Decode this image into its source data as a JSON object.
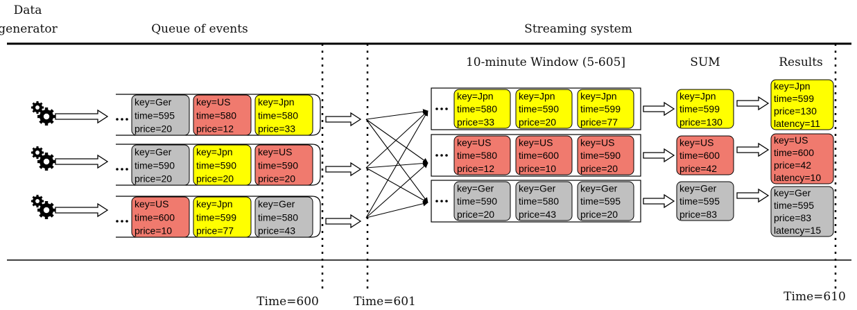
{
  "labels": {
    "data_generator_line1": "Data",
    "data_generator_line2": "generator",
    "queue": "Queue of events",
    "streaming": "Streaming system",
    "window": "10-minute Window (5-605]",
    "sum": "SUM",
    "results": "Results",
    "time_600": "Time=600",
    "time_601": "Time=601",
    "time_610": "Time=610"
  },
  "colors": {
    "Ger": "#c0c0c0",
    "US": "#f07a6e",
    "Jpn": "#ffff00"
  },
  "queues": [
    {
      "events": [
        {
          "key": "Ger",
          "lines": [
            "key=Ger",
            "time=595",
            "price=20"
          ]
        },
        {
          "key": "US",
          "lines": [
            "key=US",
            "time=580",
            "price=12"
          ]
        },
        {
          "key": "Jpn",
          "lines": [
            "key=Jpn",
            "time=580",
            "price=33"
          ]
        }
      ]
    },
    {
      "events": [
        {
          "key": "Ger",
          "lines": [
            "key=Ger",
            "time=590",
            "price=20"
          ]
        },
        {
          "key": "Jpn",
          "lines": [
            "key=Jpn",
            "time=590",
            "price=20"
          ]
        },
        {
          "key": "US",
          "lines": [
            "key=US",
            "time=590",
            "price=20"
          ]
        }
      ]
    },
    {
      "events": [
        {
          "key": "US",
          "lines": [
            "key=US",
            "time=600",
            "price=10"
          ]
        },
        {
          "key": "Jpn",
          "lines": [
            "key=Jpn",
            "time=599",
            "price=77"
          ]
        },
        {
          "key": "Ger",
          "lines": [
            "key=Ger",
            "time=580",
            "price=43"
          ]
        }
      ]
    }
  ],
  "windows": [
    {
      "key": "Jpn",
      "events": [
        {
          "key": "Jpn",
          "lines": [
            "key=Jpn",
            "time=580",
            "price=33"
          ]
        },
        {
          "key": "Jpn",
          "lines": [
            "key=Jpn",
            "time=590",
            "price=20"
          ]
        },
        {
          "key": "Jpn",
          "lines": [
            "key=Jpn",
            "time=599",
            "price=77"
          ]
        }
      ],
      "sum": [
        "key=Jpn",
        "time=599",
        "price=130"
      ],
      "result": [
        "key=Jpn",
        "time=599",
        "price=130",
        "latency=11"
      ]
    },
    {
      "key": "US",
      "events": [
        {
          "key": "US",
          "lines": [
            "key=US",
            "time=580",
            "price=12"
          ]
        },
        {
          "key": "US",
          "lines": [
            "key=US",
            "time=600",
            "price=10"
          ]
        },
        {
          "key": "US",
          "lines": [
            "key=US",
            "time=590",
            "price=20"
          ]
        }
      ],
      "sum": [
        "key=US",
        "time=600",
        "price=42"
      ],
      "result": [
        "key=US",
        "time=600",
        "price=42",
        "latency=10"
      ]
    },
    {
      "key": "Ger",
      "events": [
        {
          "key": "Ger",
          "lines": [
            "key=Ger",
            "time=590",
            "price=20"
          ]
        },
        {
          "key": "Ger",
          "lines": [
            "key=Ger",
            "time=580",
            "price=43"
          ]
        },
        {
          "key": "Ger",
          "lines": [
            "key=Ger",
            "time=595",
            "price=20"
          ]
        }
      ],
      "sum": [
        "key=Ger",
        "time=595",
        "price=83"
      ],
      "result": [
        "key=Ger",
        "time=595",
        "price=83",
        "latency=15"
      ]
    }
  ]
}
